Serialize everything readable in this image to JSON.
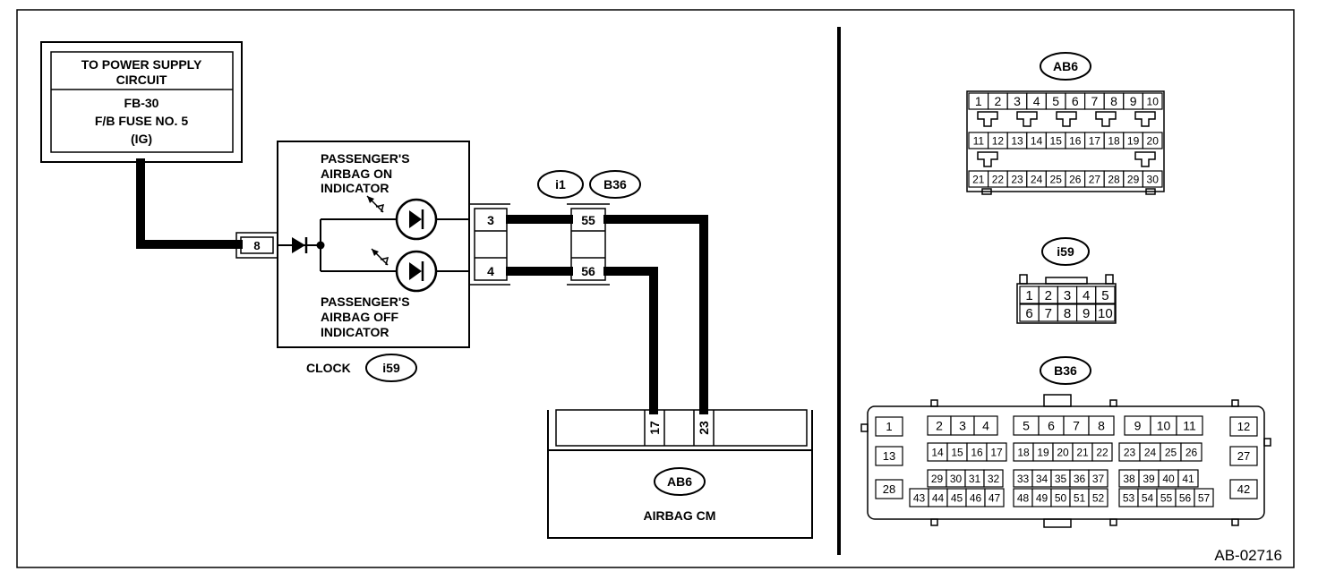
{
  "power_supply": {
    "title_line1": "TO POWER SUPPLY",
    "title_line2": "CIRCUIT",
    "fuse_line1": "FB-30",
    "fuse_line2": "F/B FUSE NO. 5",
    "fuse_line3": "(IG)"
  },
  "clock_unit": {
    "on_line1": "PASSENGER'S",
    "on_line2": "AIRBAG ON",
    "on_line3": "INDICATOR",
    "off_line1": "PASSENGER'S",
    "off_line2": "AIRBAG OFF",
    "off_line3": "INDICATOR",
    "name": "CLOCK",
    "connector": "i59",
    "pin_input": "8",
    "pin_on": "3",
    "pin_off": "4"
  },
  "joint": {
    "conn_a": "i1",
    "conn_b": "B36",
    "pin_on": "55",
    "pin_off": "56"
  },
  "airbag_cm": {
    "connector": "AB6",
    "name": "AIRBAG CM",
    "pin_17": "17",
    "pin_23": "23"
  },
  "ab6_face": {
    "label": "AB6",
    "row1": [
      "1",
      "2",
      "3",
      "4",
      "5",
      "6",
      "7",
      "8",
      "9",
      "10"
    ],
    "row2": [
      "11",
      "12",
      "13",
      "14",
      "15",
      "16",
      "17",
      "18",
      "19",
      "20"
    ],
    "row3": [
      "21",
      "22",
      "23",
      "24",
      "25",
      "26",
      "27",
      "28",
      "29",
      "30"
    ]
  },
  "i59_face": {
    "label": "i59",
    "row1": [
      "1",
      "2",
      "3",
      "4",
      "5"
    ],
    "row2": [
      "6",
      "7",
      "8",
      "9",
      "10"
    ]
  },
  "b36_face": {
    "label": "B36",
    "left": [
      "1",
      "13",
      "28"
    ],
    "right": [
      "12",
      "27",
      "42"
    ],
    "r1a": [
      "2",
      "3",
      "4"
    ],
    "r1b": [
      "5",
      "6",
      "7",
      "8"
    ],
    "r1c": [
      "9",
      "10",
      "11"
    ],
    "r2a": [
      "14",
      "15",
      "16",
      "17"
    ],
    "r2b": [
      "18",
      "19",
      "20",
      "21",
      "22"
    ],
    "r2c": [
      "23",
      "24",
      "25",
      "26"
    ],
    "r3a": [
      "29",
      "30",
      "31",
      "32"
    ],
    "r3b": [
      "33",
      "34",
      "35",
      "36",
      "37"
    ],
    "r3c": [
      "38",
      "39",
      "40",
      "41"
    ],
    "r4a": [
      "43",
      "44",
      "45",
      "46",
      "47"
    ],
    "r4b": [
      "48",
      "49",
      "50",
      "51",
      "52"
    ],
    "r4c": [
      "53",
      "54",
      "55",
      "56",
      "57"
    ]
  },
  "figure_id": "AB-02716"
}
